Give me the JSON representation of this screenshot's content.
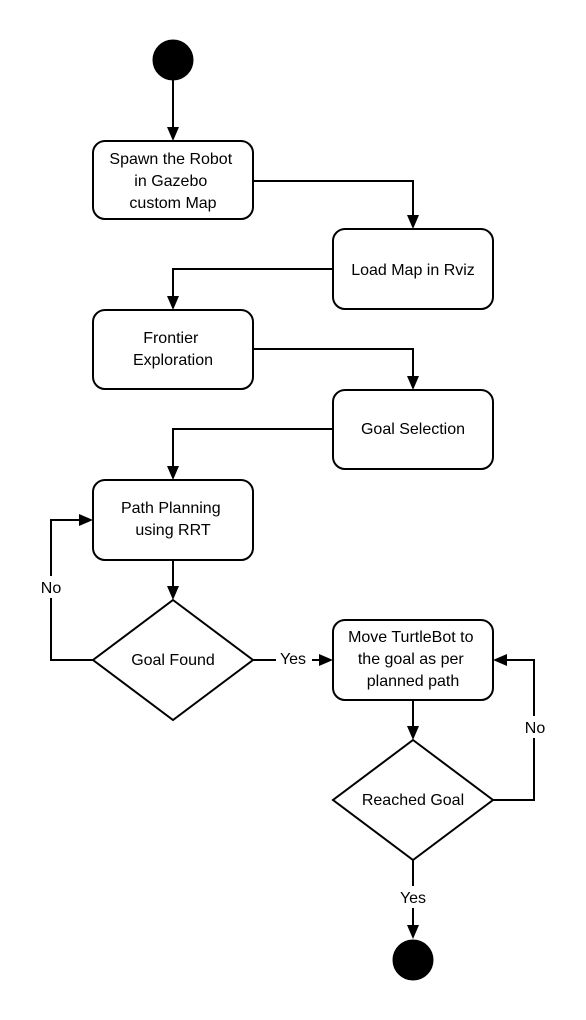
{
  "diagram": {
    "nodes": {
      "start": {
        "label": ""
      },
      "spawn": {
        "lines": [
          "Spawn the Robot",
          "in Gazebo",
          "custom Map"
        ]
      },
      "load_map": {
        "lines": [
          "Load Map in Rviz"
        ]
      },
      "frontier": {
        "lines": [
          "Frontier",
          "Exploration"
        ]
      },
      "goal_selection": {
        "lines": [
          "Goal Selection"
        ]
      },
      "path_planning": {
        "lines": [
          "Path Planning",
          "using RRT"
        ]
      },
      "goal_found": {
        "lines": [
          "Goal Found"
        ]
      },
      "move": {
        "lines": [
          "Move TurtleBot to",
          "the goal as per",
          "planned path"
        ]
      },
      "reached_goal": {
        "lines": [
          "Reached Goal"
        ]
      },
      "end": {
        "label": ""
      }
    },
    "edge_labels": {
      "goal_found_no": "No",
      "goal_found_yes": "Yes",
      "reached_goal_no": "No",
      "reached_goal_yes": "Yes"
    },
    "colors": {
      "stroke": "#000000",
      "fill": "#ffffff",
      "terminal": "#000000"
    }
  }
}
